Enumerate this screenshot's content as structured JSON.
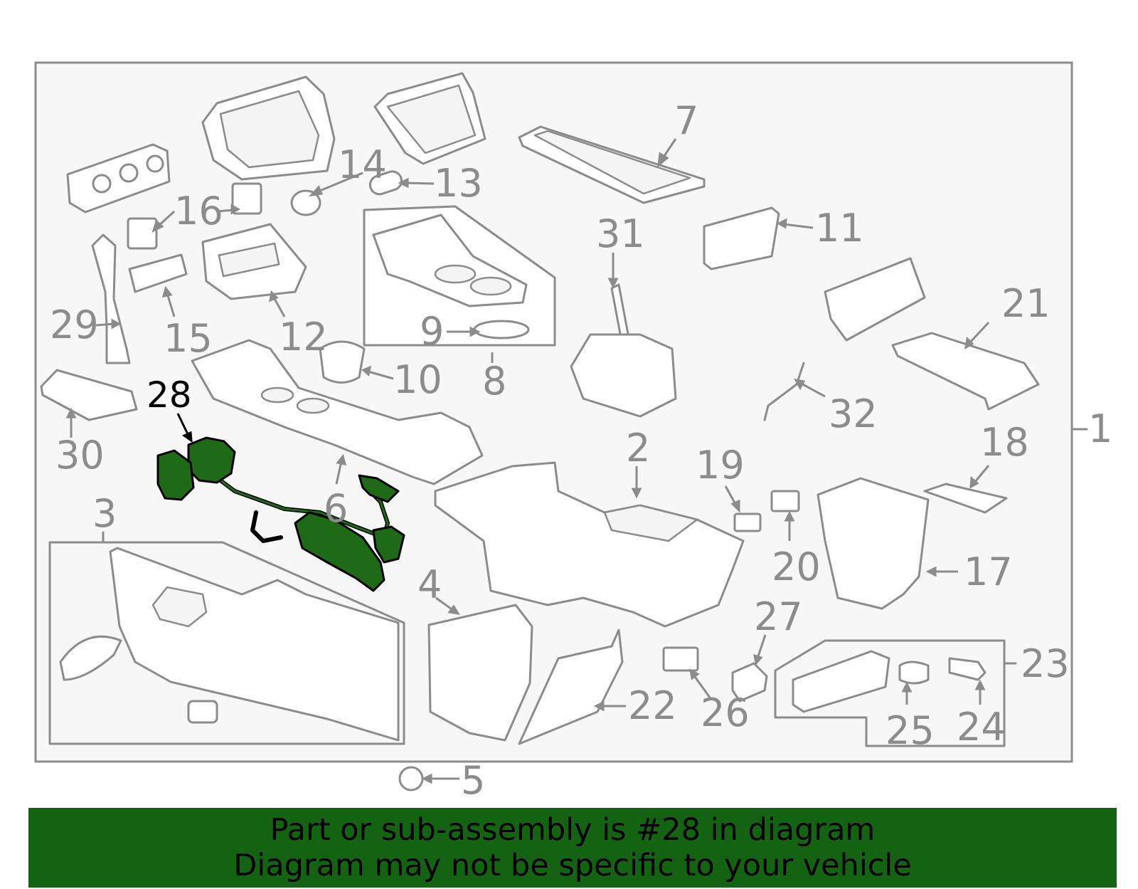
{
  "diagram": {
    "callouts": {
      "c1": "1",
      "c2": "2",
      "c3": "3",
      "c4": "4",
      "c5": "5",
      "c6": "6",
      "c7": "7",
      "c8": "8",
      "c9": "9",
      "c10": "10",
      "c11": "11",
      "c12": "12",
      "c13": "13",
      "c14": "14",
      "c15": "15",
      "c16": "16",
      "c17": "17",
      "c18": "18",
      "c19": "19",
      "c20": "20",
      "c21": "21",
      "c22": "22",
      "c23": "23",
      "c24": "24",
      "c25": "25",
      "c26": "26",
      "c27": "27",
      "c28": "28",
      "c29": "29",
      "c30": "30",
      "c31": "31",
      "c32": "32"
    },
    "highlighted_part": "28",
    "colors": {
      "outline": "#8c8c8c",
      "highlight_fill": "#1e6a16",
      "banner_bg": "#136312",
      "frame_bg": "#f7f7f7"
    }
  },
  "banner": {
    "line1": "Part or sub-assembly is #28 in diagram",
    "line2": "Diagram may not be specific to your vehicle"
  }
}
